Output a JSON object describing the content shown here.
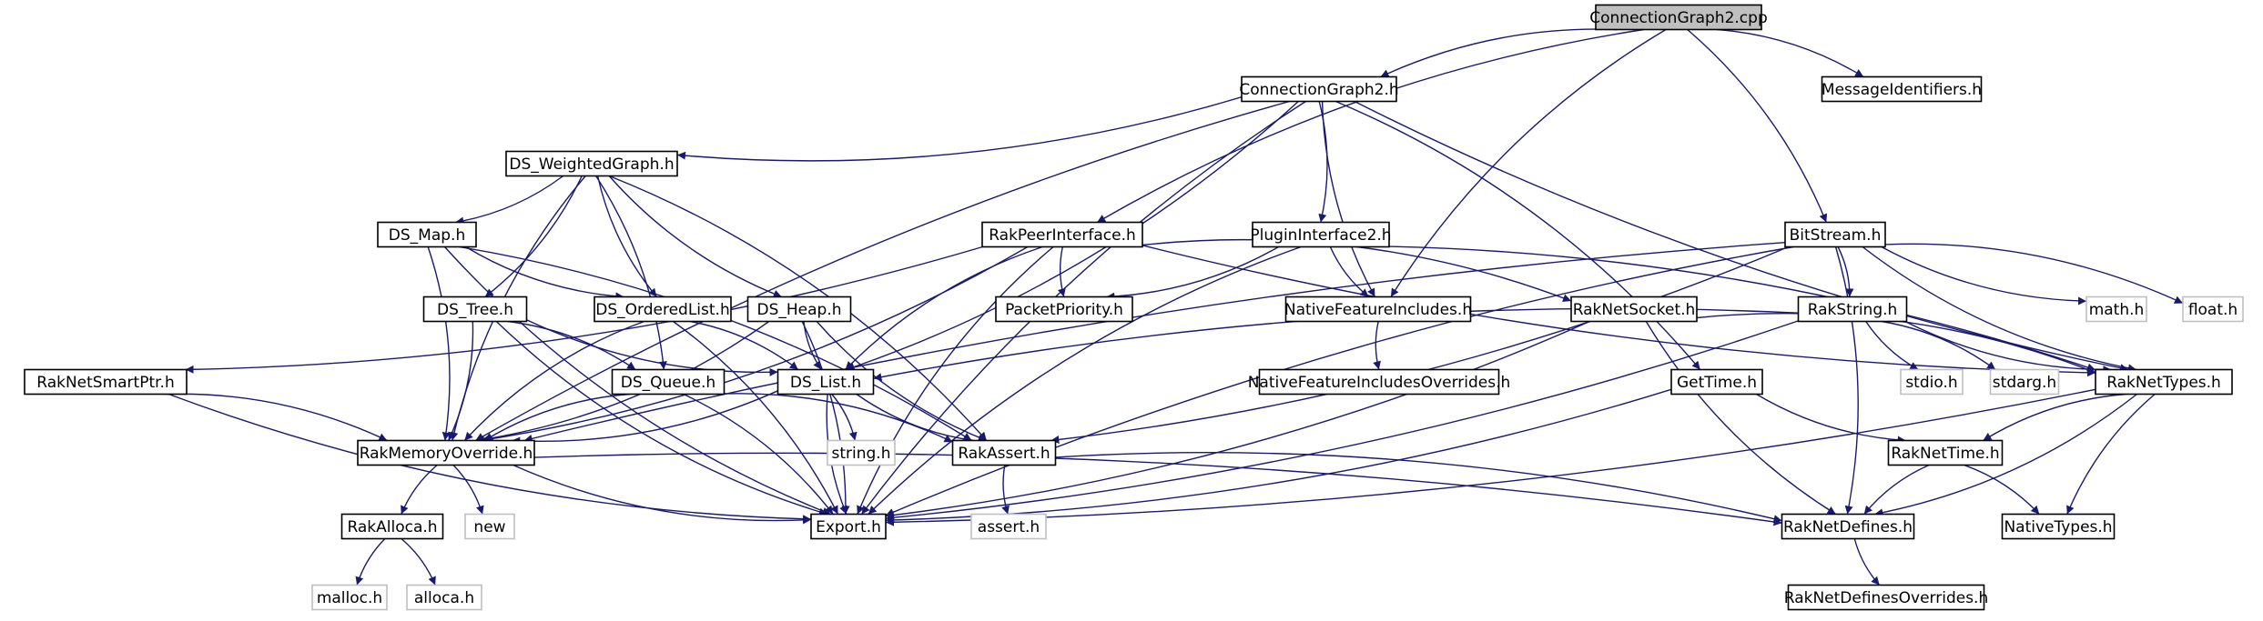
{
  "diagram": {
    "type": "include-dependency-graph",
    "colors": {
      "edge": "#191970",
      "node_border": "#000000",
      "external_border": "#bfbfbf",
      "root_fill": "#bfbfbf",
      "node_fill": "#ffffff",
      "text": "#000000"
    },
    "nodes": [
      {
        "id": "cg2cpp",
        "label": "ConnectionGraph2.cpp",
        "kind": "root"
      },
      {
        "id": "cg2h",
        "label": "ConnectionGraph2.h",
        "kind": "file"
      },
      {
        "id": "msgid",
        "label": "MessageIdentifiers.h",
        "kind": "file"
      },
      {
        "id": "wgraph",
        "label": "DS_WeightedGraph.h",
        "kind": "file"
      },
      {
        "id": "dsmap",
        "label": "DS_Map.h",
        "kind": "file"
      },
      {
        "id": "rpi",
        "label": "RakPeerInterface.h",
        "kind": "file"
      },
      {
        "id": "plugin",
        "label": "PluginInterface2.h",
        "kind": "file"
      },
      {
        "id": "bitstream",
        "label": "BitStream.h",
        "kind": "file"
      },
      {
        "id": "dstree",
        "label": "DS_Tree.h",
        "kind": "file"
      },
      {
        "id": "dsolist",
        "label": "DS_OrderedList.h",
        "kind": "file"
      },
      {
        "id": "dsheap",
        "label": "DS_Heap.h",
        "kind": "file"
      },
      {
        "id": "pktprio",
        "label": "PacketPriority.h",
        "kind": "file"
      },
      {
        "id": "nfi",
        "label": "NativeFeatureIncludes.h",
        "kind": "file"
      },
      {
        "id": "socket",
        "label": "RakNetSocket.h",
        "kind": "file"
      },
      {
        "id": "rakstring",
        "label": "RakString.h",
        "kind": "file"
      },
      {
        "id": "math",
        "label": "math.h",
        "kind": "external"
      },
      {
        "id": "float",
        "label": "float.h",
        "kind": "external"
      },
      {
        "id": "smartptr",
        "label": "RakNetSmartPtr.h",
        "kind": "file"
      },
      {
        "id": "dsqueue",
        "label": "DS_Queue.h",
        "kind": "file"
      },
      {
        "id": "dslist",
        "label": "DS_List.h",
        "kind": "file"
      },
      {
        "id": "nfio",
        "label": "NativeFeatureIncludesOverrides.h",
        "kind": "file"
      },
      {
        "id": "gettime",
        "label": "GetTime.h",
        "kind": "file"
      },
      {
        "id": "stdio",
        "label": "stdio.h",
        "kind": "external"
      },
      {
        "id": "stdarg",
        "label": "stdarg.h",
        "kind": "external"
      },
      {
        "id": "types",
        "label": "RakNetTypes.h",
        "kind": "file"
      },
      {
        "id": "memovr",
        "label": "RakMemoryOverride.h",
        "kind": "file"
      },
      {
        "id": "string",
        "label": "string.h",
        "kind": "external"
      },
      {
        "id": "assert",
        "label": "RakAssert.h",
        "kind": "file"
      },
      {
        "id": "raktime",
        "label": "RakNetTime.h",
        "kind": "file"
      },
      {
        "id": "alloca",
        "label": "RakAlloca.h",
        "kind": "file"
      },
      {
        "id": "new",
        "label": "new",
        "kind": "external"
      },
      {
        "id": "export",
        "label": "Export.h",
        "kind": "file"
      },
      {
        "id": "assertstd",
        "label": "assert.h",
        "kind": "external"
      },
      {
        "id": "defines",
        "label": "RakNetDefines.h",
        "kind": "file"
      },
      {
        "id": "ntypes",
        "label": "NativeTypes.h",
        "kind": "file"
      },
      {
        "id": "mallocstd",
        "label": "malloc.h",
        "kind": "external"
      },
      {
        "id": "allocastd",
        "label": "alloca.h",
        "kind": "external"
      },
      {
        "id": "dovr",
        "label": "RakNetDefinesOverrides.h",
        "kind": "file"
      }
    ],
    "edges": [
      [
        "cg2cpp",
        "cg2h"
      ],
      [
        "cg2cpp",
        "msgid"
      ],
      [
        "cg2cpp",
        "rpi"
      ],
      [
        "cg2cpp",
        "bitstream"
      ],
      [
        "cg2cpp",
        "nfi"
      ],
      [
        "cg2h",
        "wgraph"
      ],
      [
        "cg2h",
        "memovr"
      ],
      [
        "cg2h",
        "dslist"
      ],
      [
        "cg2h",
        "export"
      ],
      [
        "cg2h",
        "plugin"
      ],
      [
        "cg2h",
        "nfi"
      ],
      [
        "cg2h",
        "gettime"
      ],
      [
        "cg2h",
        "types"
      ],
      [
        "wgraph",
        "dsmap"
      ],
      [
        "wgraph",
        "memovr"
      ],
      [
        "wgraph",
        "dstree"
      ],
      [
        "wgraph",
        "dsolist"
      ],
      [
        "wgraph",
        "dsqueue"
      ],
      [
        "wgraph",
        "dsheap"
      ],
      [
        "wgraph",
        "assert"
      ],
      [
        "dsmap",
        "dsolist"
      ],
      [
        "dsmap",
        "memovr"
      ],
      [
        "dsmap",
        "export"
      ],
      [
        "dsmap",
        "assert"
      ],
      [
        "rpi",
        "pktprio"
      ],
      [
        "rpi",
        "socket"
      ],
      [
        "rpi",
        "types"
      ],
      [
        "rpi",
        "memovr"
      ],
      [
        "rpi",
        "export"
      ],
      [
        "rpi",
        "smartptr"
      ],
      [
        "rpi",
        "dslist"
      ],
      [
        "plugin",
        "pktprio"
      ],
      [
        "plugin",
        "nfi"
      ],
      [
        "plugin",
        "types"
      ],
      [
        "plugin",
        "export"
      ],
      [
        "bitstream",
        "rakstring"
      ],
      [
        "bitstream",
        "math"
      ],
      [
        "bitstream",
        "float"
      ],
      [
        "bitstream",
        "types"
      ],
      [
        "bitstream",
        "defines"
      ],
      [
        "bitstream",
        "export"
      ],
      [
        "bitstream",
        "assert"
      ],
      [
        "bitstream",
        "memovr"
      ],
      [
        "dstree",
        "dsqueue"
      ],
      [
        "dstree",
        "dslist"
      ],
      [
        "dstree",
        "memovr"
      ],
      [
        "dstree",
        "export"
      ],
      [
        "dsolist",
        "dslist"
      ],
      [
        "dsolist",
        "memovr"
      ],
      [
        "dsolist",
        "export"
      ],
      [
        "dsheap",
        "dslist"
      ],
      [
        "dsheap",
        "memovr"
      ],
      [
        "dsheap",
        "assert"
      ],
      [
        "dsheap",
        "export"
      ],
      [
        "nfi",
        "nfio"
      ],
      [
        "socket",
        "types"
      ],
      [
        "socket",
        "defines"
      ],
      [
        "socket",
        "export"
      ],
      [
        "rakstring",
        "stdio"
      ],
      [
        "rakstring",
        "stdarg"
      ],
      [
        "rakstring",
        "types"
      ],
      [
        "rakstring",
        "export"
      ],
      [
        "rakstring",
        "dslist"
      ],
      [
        "smartptr",
        "memovr"
      ],
      [
        "smartptr",
        "export"
      ],
      [
        "dsqueue",
        "assert"
      ],
      [
        "dsqueue",
        "memovr"
      ],
      [
        "dsqueue",
        "export"
      ],
      [
        "dslist",
        "assert"
      ],
      [
        "dslist",
        "memovr"
      ],
      [
        "dslist",
        "export"
      ],
      [
        "dslist",
        "string"
      ],
      [
        "gettime",
        "raktime"
      ],
      [
        "gettime",
        "export"
      ],
      [
        "types",
        "raktime"
      ],
      [
        "types",
        "defines"
      ],
      [
        "types",
        "ntypes"
      ],
      [
        "types",
        "export"
      ],
      [
        "memovr",
        "alloca"
      ],
      [
        "memovr",
        "new"
      ],
      [
        "memovr",
        "export"
      ],
      [
        "memovr",
        "defines"
      ],
      [
        "assert",
        "assertstd"
      ],
      [
        "assert",
        "defines"
      ],
      [
        "raktime",
        "defines"
      ],
      [
        "raktime",
        "ntypes"
      ],
      [
        "alloca",
        "mallocstd"
      ],
      [
        "alloca",
        "allocastd"
      ],
      [
        "defines",
        "dovr"
      ]
    ]
  }
}
